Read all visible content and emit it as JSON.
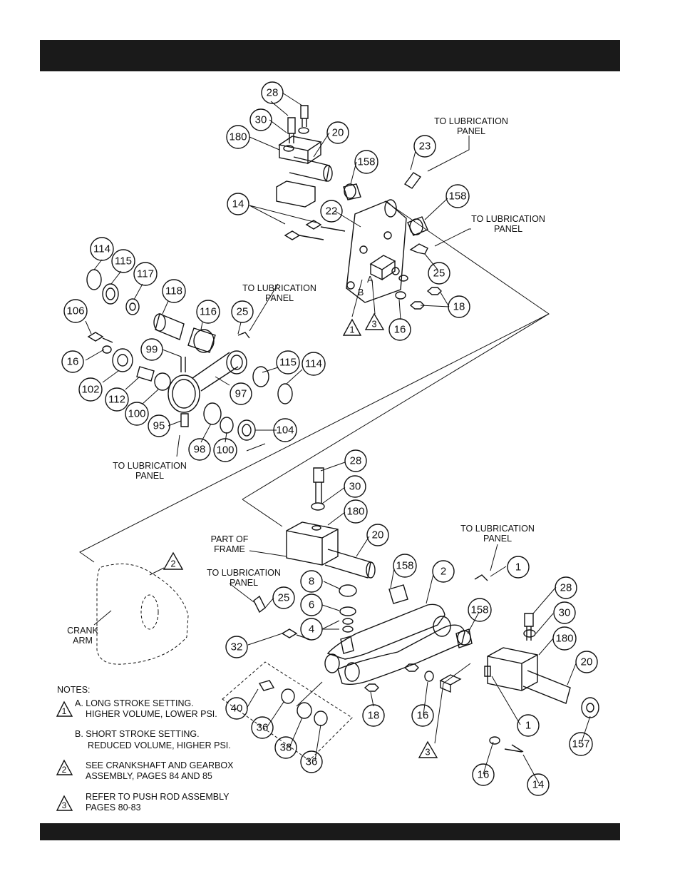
{
  "header": {
    "title": ""
  },
  "footer": {
    "text": ""
  },
  "callouts": {
    "top": [
      "28",
      "30",
      "180",
      "20",
      "158",
      "23",
      "158",
      "14",
      "22",
      "25",
      "18",
      "16",
      "1",
      "3"
    ],
    "left": [
      "114",
      "115",
      "117",
      "118",
      "116",
      "25",
      "106",
      "16",
      "102",
      "99",
      "112",
      "100",
      "97",
      "115",
      "114",
      "95",
      "98",
      "100",
      "104"
    ],
    "bottom": [
      "28",
      "30",
      "180",
      "20",
      "158",
      "2",
      "1",
      "28",
      "30",
      "180",
      "20",
      "8",
      "6",
      "4",
      "25",
      "32",
      "158",
      "40",
      "36",
      "38",
      "36",
      "18",
      "16",
      "1",
      "157",
      "16",
      "14",
      "3",
      "2"
    ]
  },
  "labels": {
    "lub_top": [
      "TO LUBRICATION",
      "PANEL"
    ],
    "lub_right": [
      "TO LUBRICATION",
      "PANEL"
    ],
    "lub_mid": [
      "TO LUBRICATION",
      "PANEL"
    ],
    "lub_left_bottom": [
      "TO LUBRICATION",
      "PANEL"
    ],
    "lub_lower_right": [
      "TO LUBRICATION",
      "PANEL"
    ],
    "lub_lower_left": [
      "TO LUBRICATION",
      "PANEL"
    ],
    "part_of_frame": [
      "PART OF",
      "FRAME"
    ],
    "crank_arm": [
      "CRANK",
      "ARM"
    ],
    "marker_a": "A",
    "marker_b": "B"
  },
  "notes": {
    "heading": "NOTES:",
    "n1_symbol": "1",
    "n1a": "A. LONG STROKE SETTING.",
    "n1a_2": "HIGHER VOLUME, LOWER PSI.",
    "n1b": "B. SHORT STROKE SETTING.",
    "n1b_2": "REDUCED VOLUME, HIGHER PSI.",
    "n2_symbol": "2",
    "n2": "SEE CRANKSHAFT AND GEARBOX",
    "n2_2": "ASSEMBLY, PAGES 84 AND 85",
    "n3_symbol": "3",
    "n3": "REFER TO PUSH ROD ASSEMBLY",
    "n3_2": "PAGES 80-83"
  }
}
